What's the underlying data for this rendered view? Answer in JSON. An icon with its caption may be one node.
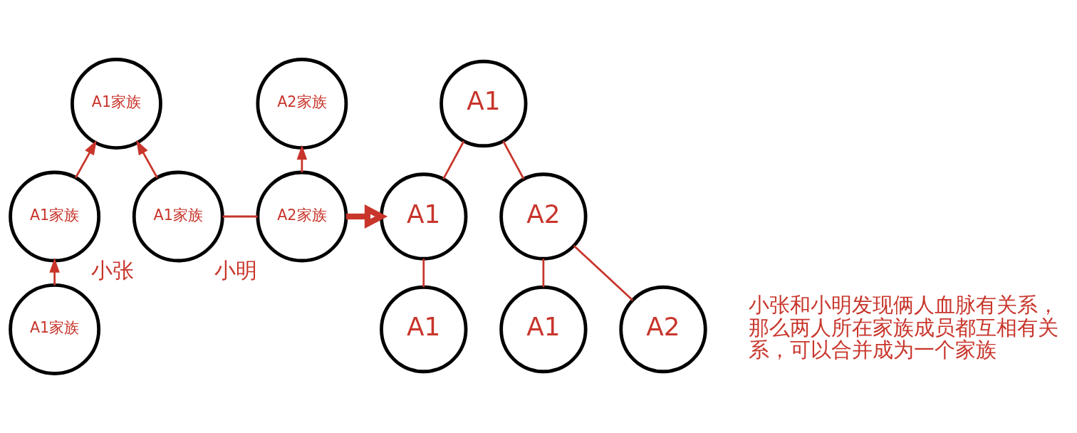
{
  "diagram": {
    "nodes": [
      {
        "text": [
          "A1家族"
        ]
      },
      {
        "text": [
          "A1家族"
        ]
      },
      {
        "text": [
          "A1家族"
        ],
        "beside": [
          "小张"
        ]
      },
      {
        "text": [
          "A1家族"
        ]
      },
      {
        "text": [
          "A2家族"
        ]
      },
      {
        "text": [
          "A2家族"
        ],
        "beside": [
          "小明"
        ]
      },
      {
        "text": [
          "A1"
        ]
      },
      {
        "text": [
          "A1"
        ]
      },
      {
        "text": [
          "A2"
        ]
      },
      {
        "text": [
          "A1"
        ]
      },
      {
        "text": [
          "A1"
        ]
      },
      {
        "text": [
          "A2"
        ]
      }
    ],
    "edges": [
      {
        "from": 1,
        "to": 0,
        "arrow": "to"
      },
      {
        "from": 3,
        "to": 1,
        "arrow": "to"
      },
      {
        "from": 2,
        "to": 0,
        "arrow": "to"
      },
      {
        "from": 5,
        "to": 4,
        "arrow": "to"
      },
      {
        "from": 2,
        "to": 5,
        "arrow": "none"
      },
      {
        "from": 5,
        "to": 7,
        "arrow": "to",
        "style": "thick"
      },
      {
        "from": 7,
        "to": 6,
        "arrow": "none"
      },
      {
        "from": 8,
        "to": 6,
        "arrow": "none"
      },
      {
        "from": 9,
        "to": 7,
        "arrow": "none"
      },
      {
        "from": 10,
        "to": 8,
        "arrow": "none"
      },
      {
        "from": 11,
        "to": 8,
        "arrow": "none"
      }
    ],
    "labels": [
      "小张和小明发现俩人血脉有关系，那么两人所在家族成员都互相有关系，可以合并成为一个家族"
    ]
  }
}
